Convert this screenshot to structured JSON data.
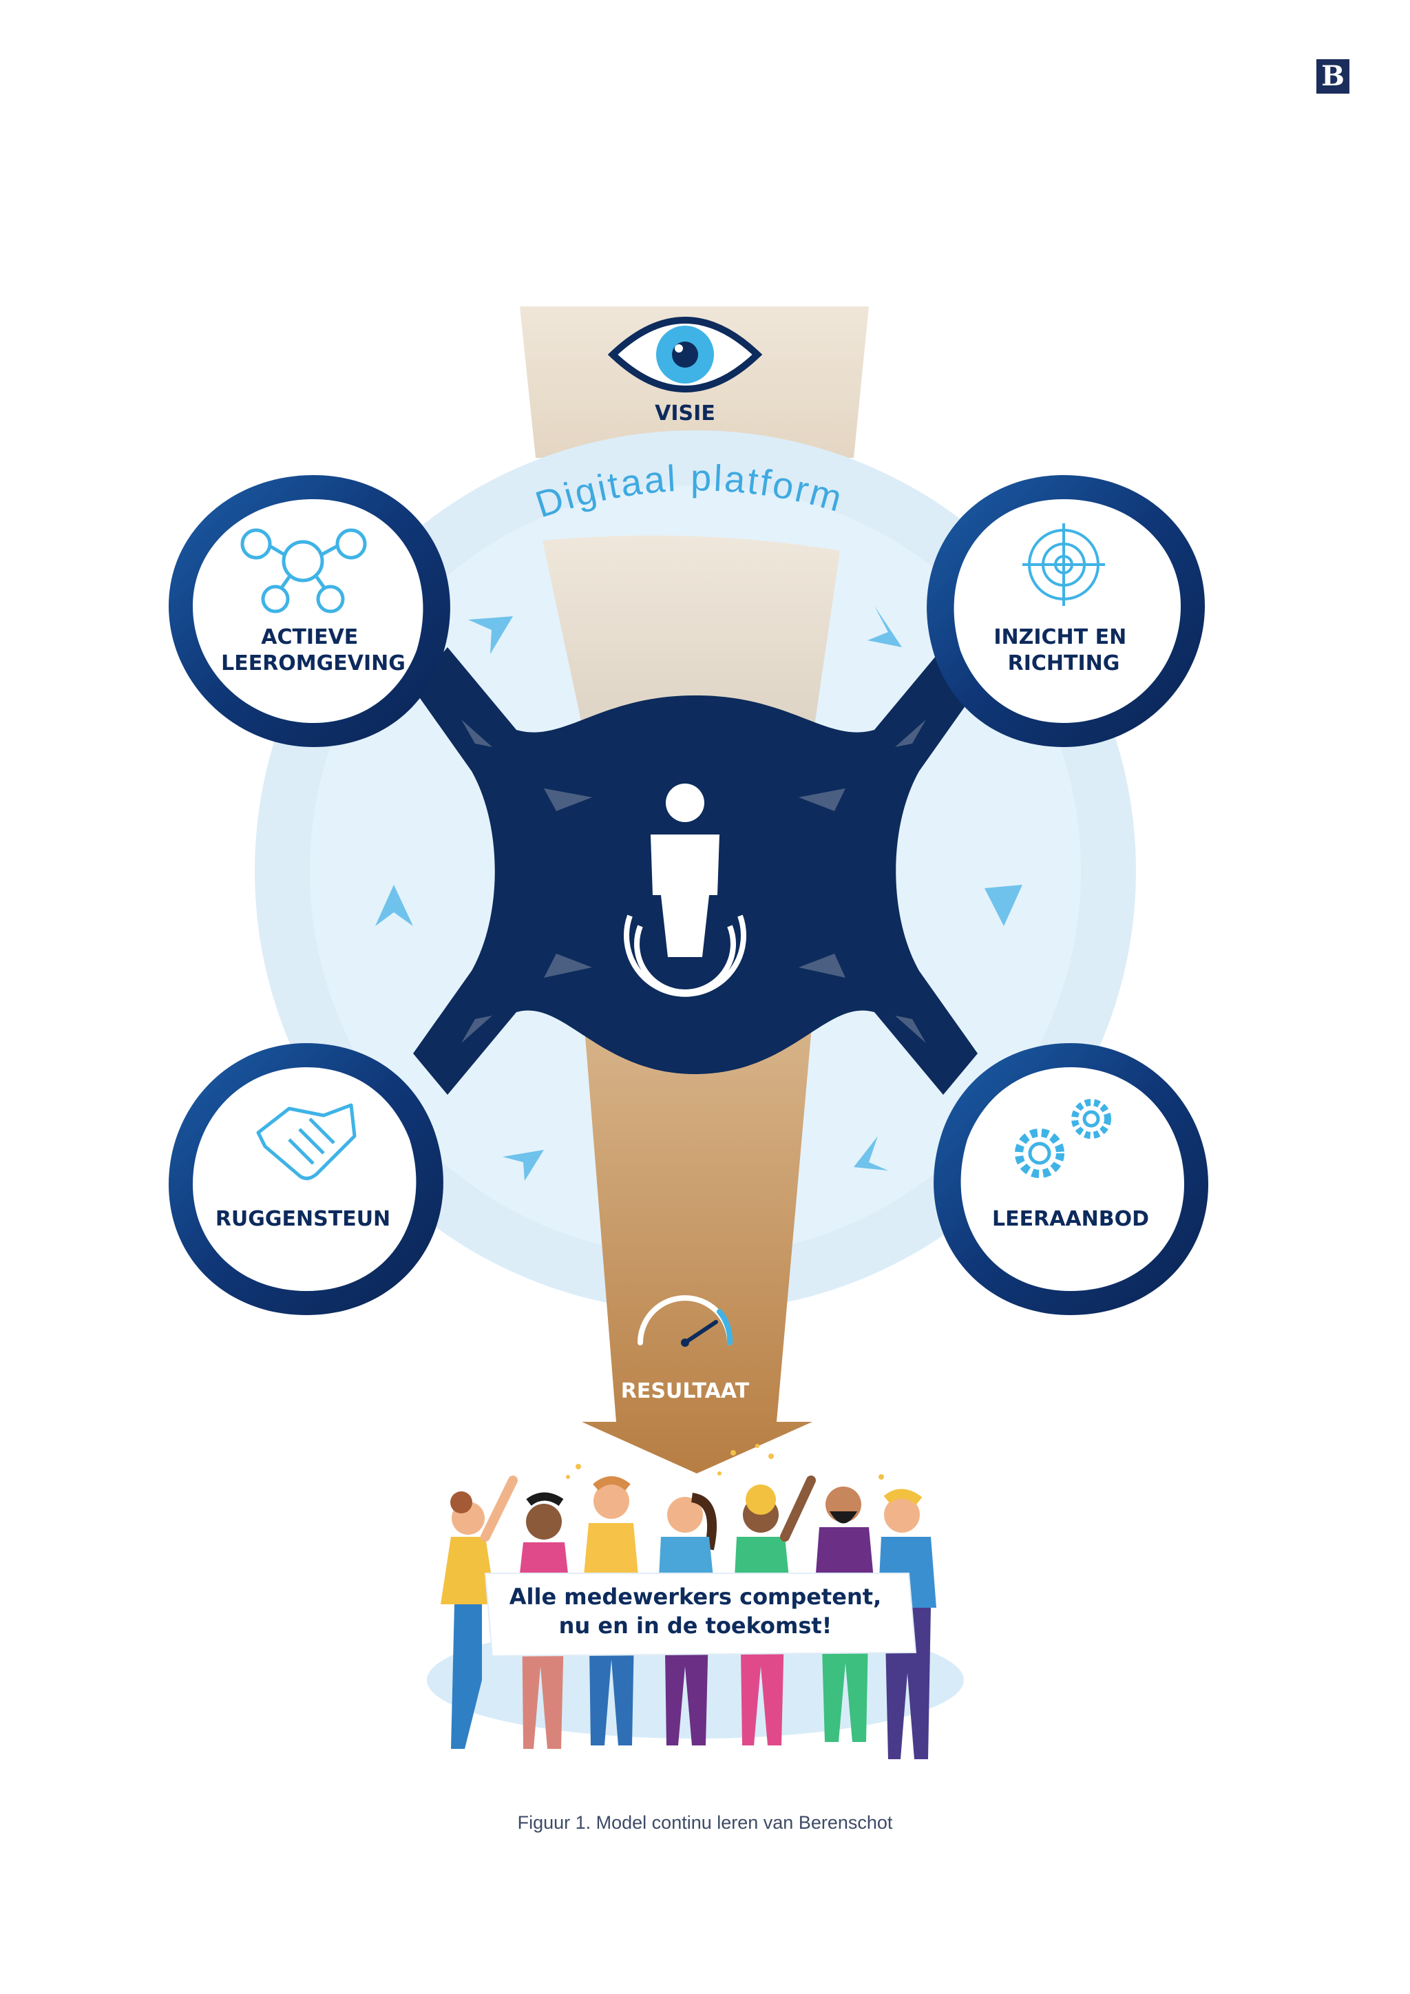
{
  "logo": {
    "letter": "B"
  },
  "diagram": {
    "top_label": "VISIE",
    "ring_label": "Digitaal platform",
    "nodes": {
      "top_left": "ACTIEVE\nLEEROMGEVING",
      "top_right": "INZICHT EN\nRICHTING",
      "bottom_left": "RUGGENSTEUN",
      "bottom_right": "LEERAANBOD"
    },
    "bottom_label": "RESULTAAT",
    "banner": {
      "line1": "Alle medewerkers competent,",
      "line2": "nu en in de toekomst!"
    },
    "icons": {
      "visie": "eye-icon",
      "actieve_leeromgeving": "people-network-icon",
      "inzicht_en_richting": "crosshair-target-icon",
      "ruggensteun": "handshake-icon",
      "leeraanbod": "gears-icon",
      "center": "person-icon",
      "resultaat": "speedometer-icon"
    }
  },
  "caption": "Figuur 1. Model continu leren van Berenschot",
  "colors": {
    "navy": "#0f2c5e",
    "light_blue": "#d7ecf8",
    "accent_blue": "#3fb3e6",
    "sand": "#eadfcf",
    "bronze": "#b9854e"
  }
}
